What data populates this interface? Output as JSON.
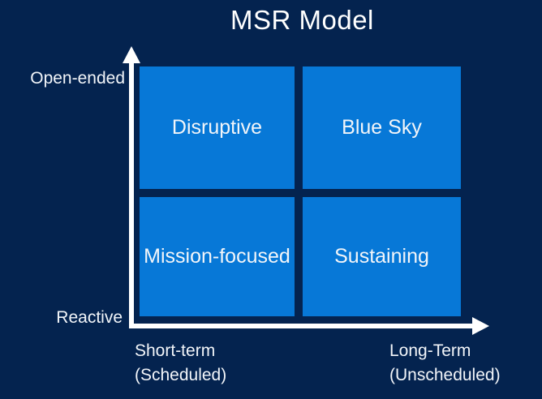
{
  "title": "MSR Model",
  "quadrants": {
    "top_left": "Disruptive",
    "top_right": "Blue Sky",
    "bottom_left": "Mission-focused",
    "bottom_right": "Sustaining"
  },
  "axes": {
    "y_top_label": "Open-ended",
    "y_bottom_label": "Reactive",
    "x_left_label_line1": "Short-term",
    "x_left_label_line2": "(Scheduled)",
    "x_right_label_line1": "Long-Term",
    "x_right_label_line2": "(Unscheduled)"
  },
  "colors": {
    "background": "#04234F",
    "quadrant_fill": "#0778D7",
    "axis_color": "#FFFFFF",
    "text_color": "#F2F5F9",
    "title_color": "#FFFFFF"
  }
}
